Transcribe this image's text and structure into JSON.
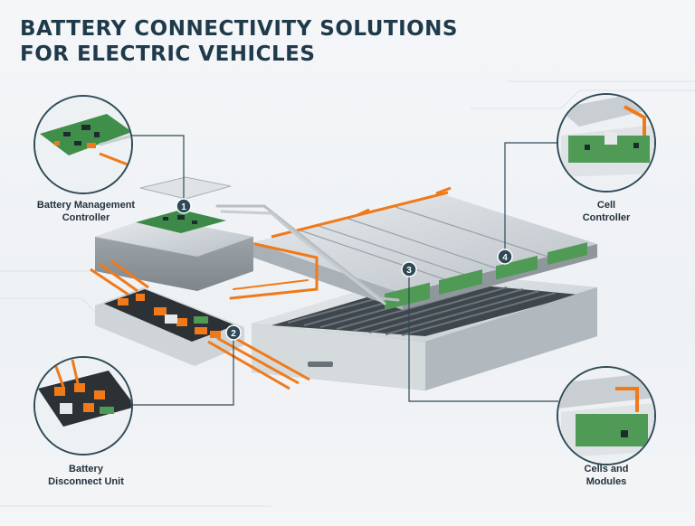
{
  "title": {
    "line1": "BATTERY CONNECTIVITY SOLUTIONS",
    "line2": "FOR ELECTRIC VEHICLES"
  },
  "labels": {
    "bmc": {
      "line1": "Battery Management",
      "line2": "Controller"
    },
    "bdu": {
      "line1": "Battery",
      "line2": "Disconnect Unit"
    },
    "cell_controller": {
      "line1": "Cell",
      "line2": "Controller"
    },
    "cells_modules": {
      "line1": "Cells and",
      "line2": "Modules"
    }
  },
  "markers": [
    "1",
    "2",
    "3",
    "4"
  ],
  "colors": {
    "title": "#1f3a4a",
    "accent_orange": "#f07a1a",
    "pcb_green": "#4f9a55",
    "marker_fill": "#2e4a57",
    "leader_line": "#2e4a57"
  }
}
